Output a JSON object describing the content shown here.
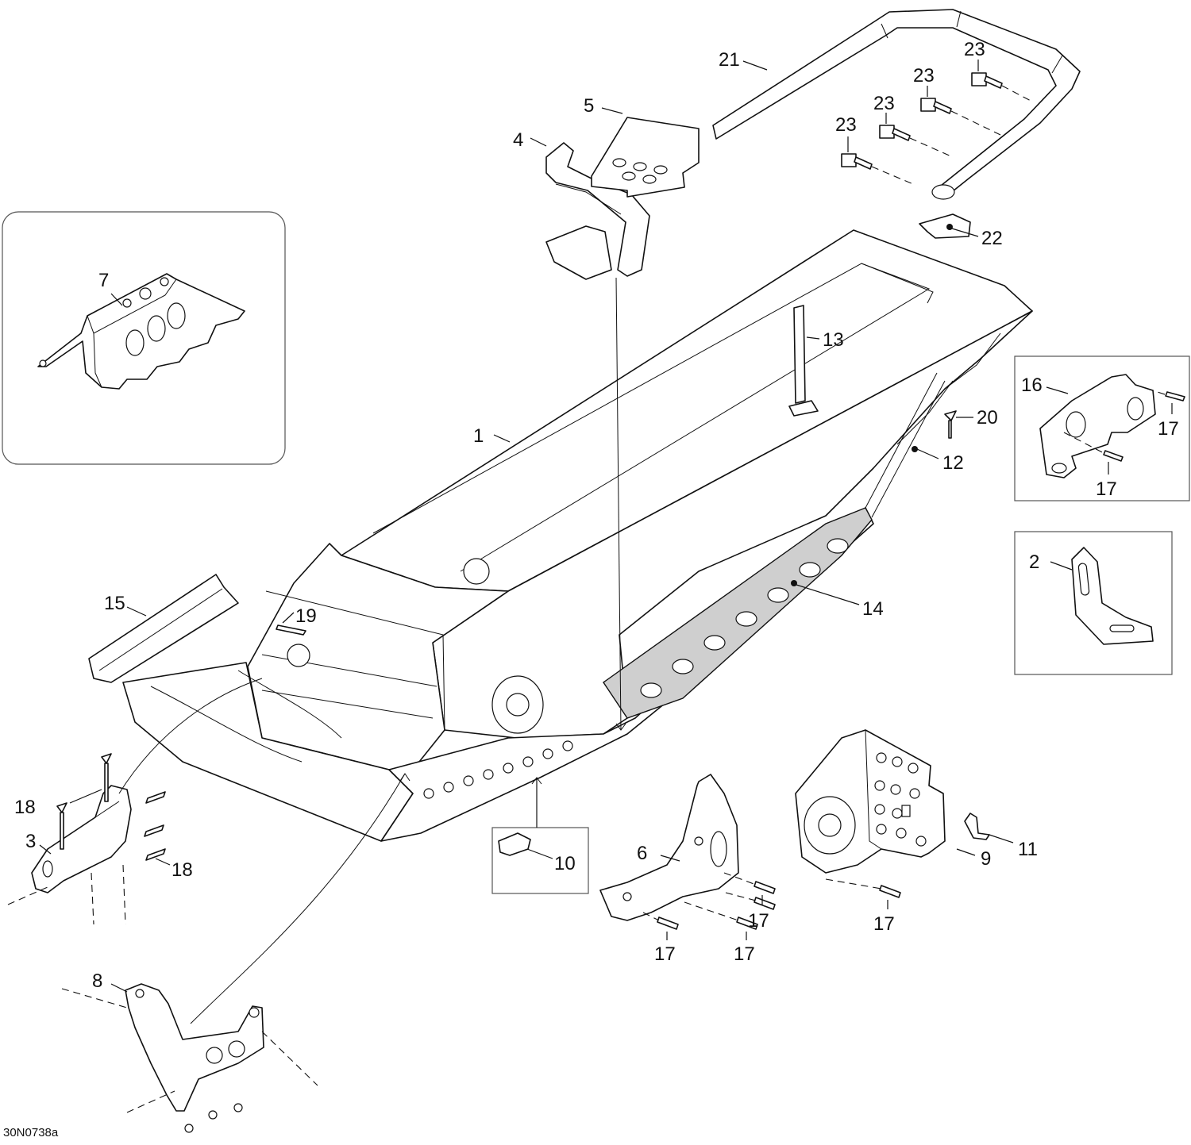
{
  "diagram": {
    "reference_code": "30N0738a",
    "callouts": {
      "c1": "1",
      "c2": "2",
      "c3": "3",
      "c4": "4",
      "c5": "5",
      "c6": "6",
      "c7": "7",
      "c8": "8",
      "c9": "9",
      "c10": "10",
      "c11": "11",
      "c12": "12",
      "c13": "13",
      "c14": "14",
      "c15": "15",
      "c16": "16",
      "c17a": "17",
      "c17b": "17",
      "c17c": "17",
      "c17d": "17",
      "c17e": "17",
      "c17f": "17",
      "c18a": "18",
      "c18b": "18",
      "c19": "19",
      "c20": "20",
      "c21": "21",
      "c22": "22",
      "c23a": "23",
      "c23b": "23",
      "c23c": "23",
      "c23d": "23"
    }
  }
}
